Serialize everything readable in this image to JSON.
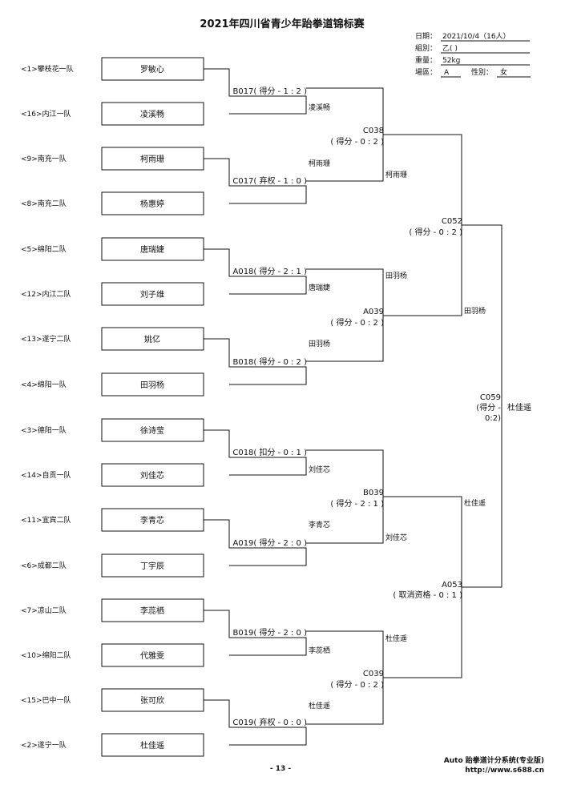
{
  "title": "2021年四川省青少年跆拳道锦标赛",
  "info": {
    "date_label": "日期：",
    "date_value": "2021/10/4（16人）",
    "group_label": "組別：",
    "group_value": "乙( )",
    "weight_label": "重量：",
    "weight_value": "52kg",
    "venue_label": "場區：",
    "venue_value": "A",
    "gender_label": "性別：",
    "gender_value": "女"
  },
  "entrants": [
    {
      "seed": "<1>攀枝花一队",
      "name": "罗敏心"
    },
    {
      "seed": "<16>内江一队",
      "name": "凌溪畅"
    },
    {
      "seed": "<9>南充一队",
      "name": "柯雨珊"
    },
    {
      "seed": "<8>南充二队",
      "name": "杨惠婷"
    },
    {
      "seed": "<5>绵阳二队",
      "name": "唐瑞婕"
    },
    {
      "seed": "<12>内江二队",
      "name": "刘子维"
    },
    {
      "seed": "<13>遂宁二队",
      "name": "姚亿"
    },
    {
      "seed": "<4>绵阳一队",
      "name": "田羽杨"
    },
    {
      "seed": "<3>德阳一队",
      "name": "徐诗莹"
    },
    {
      "seed": "<14>自贡一队",
      "name": "刘佳芯"
    },
    {
      "seed": "<11>宜宾二队",
      "name": "李青芯"
    },
    {
      "seed": "<6>成都二队",
      "name": "丁宇辰"
    },
    {
      "seed": "<7>凉山二队",
      "name": "李蕊栖"
    },
    {
      "seed": "<10>绵阳二队",
      "name": "代雅雯"
    },
    {
      "seed": "<15>巴中一队",
      "name": "张可欣"
    },
    {
      "seed": "<2>遂宁一队",
      "name": "杜佳遥"
    }
  ],
  "round1": [
    {
      "match": "B017( 得分 - 1 : 2 )",
      "winner": "凌溪畅"
    },
    {
      "match": "C017( 弃权 - 1 : 0 )",
      "winner": "柯雨珊"
    },
    {
      "match": "A018( 得分 - 2 : 1 )",
      "winner": "唐瑞婕"
    },
    {
      "match": "B018( 得分 - 0 : 2 )",
      "winner": "田羽杨"
    },
    {
      "match": "C018( 扣分 - 0 : 1 )",
      "winner": "刘佳芯"
    },
    {
      "match": "A019( 得分 - 2 : 0 )",
      "winner": "李青芯"
    },
    {
      "match": "B019( 得分 - 2 : 0 )",
      "winner": "李蕊栖"
    },
    {
      "match": "C019( 弃权 - 0 : 0 )",
      "winner": "杜佳遥"
    }
  ],
  "round2": [
    {
      "code": "C038",
      "result": "( 得分 - 0 : 2 )",
      "winner": "柯雨珊"
    },
    {
      "code": "A039",
      "result": "( 得分 - 0 : 2 )",
      "winner": "田羽杨"
    },
    {
      "code": "B039",
      "result": "( 得分 - 2 : 1 )",
      "winner": "刘佳芯"
    },
    {
      "code": "C039",
      "result": "( 得分 - 0 : 2 )",
      "winner": "杜佳遥"
    }
  ],
  "round3": [
    {
      "code": "C052",
      "result": "( 得分 - 0 : 2 )",
      "winner": "田羽杨"
    },
    {
      "code": "A053",
      "result": "( 取消资格 - 0 : 1 )",
      "winner": "杜佳遥"
    }
  ],
  "final": {
    "code": "C059",
    "result_a": "(得分 -",
    "result_b": "0:2)",
    "winner": "杜佳遥"
  },
  "footer": {
    "page": "- 13 -",
    "software": "Auto 跆拳道计分系统(专业版)",
    "url": "http://www.s688.cn"
  }
}
